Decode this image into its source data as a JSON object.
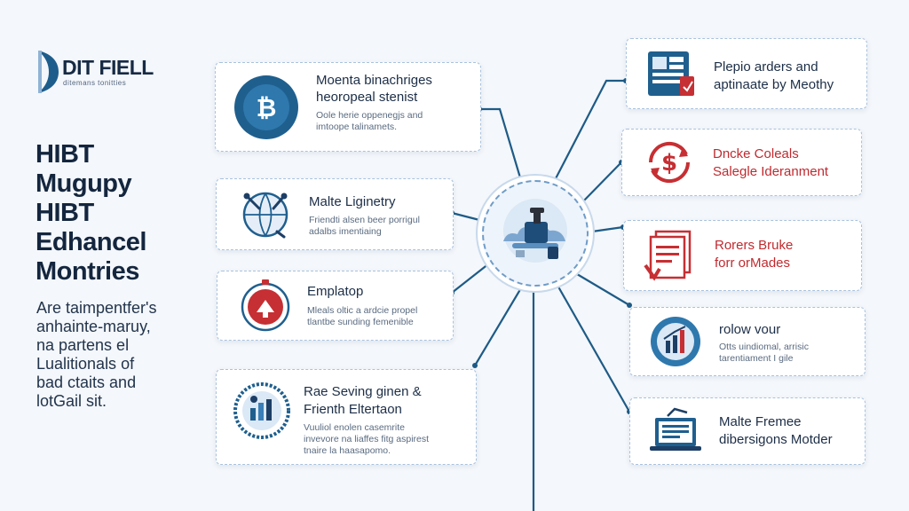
{
  "brand": {
    "title": "DIT FIELL",
    "subtitle": "ditemans tonitties"
  },
  "headline": [
    "HIBT",
    "Mugupy",
    "HIBT",
    "Edhancel",
    "Montries"
  ],
  "blurb": [
    "Are taimpentfer's",
    "anhainte-maruy,",
    "na partens el",
    "Lualitionals of",
    "bad ctaits and",
    "lotGail sit."
  ],
  "left_cards": [
    {
      "title": [
        "Moenta binachriges",
        "heoropeal stenist"
      ],
      "desc": [
        "Oole herie oppenegjs and",
        "imtoope talinamets."
      ],
      "icon": "bitcoin-coin-icon"
    },
    {
      "title": [
        "Malte Liginetry"
      ],
      "desc": [
        "Friendti alsen beer porrigul",
        "adalbs imentiaing"
      ],
      "icon": "global-network-icon"
    },
    {
      "title": [
        "Emplatop"
      ],
      "desc": [
        "Mleals oltic a ardcie propel",
        "tlantbe sunding femenible"
      ],
      "icon": "security-shield-icon"
    },
    {
      "title": [
        "Rae Seving ginen &",
        "Frienth Eltertaon"
      ],
      "desc": [
        "Vuuliol enolen casemrite",
        "invevore na liaffes fitg aspirest",
        "tnaire la haasapomo."
      ],
      "icon": "analytics-badge-icon"
    }
  ],
  "right_cards": [
    {
      "title": [
        "Plepio arders and",
        "aptinaate by Meothy"
      ],
      "desc": [],
      "icon": "document-dashboard-icon",
      "accent": false
    },
    {
      "title": [
        "Dncke Coleals",
        "Salegle Ideranment"
      ],
      "desc": [],
      "icon": "dollar-cycle-icon",
      "accent": true
    },
    {
      "title": [
        "Rorers Bruke",
        "forr orMades"
      ],
      "desc": [],
      "icon": "document-stack-icon",
      "accent": true
    },
    {
      "title": [
        "rolow vour"
      ],
      "desc": [
        "Otts uindiomal, arrisic",
        "tarentiament I gile"
      ],
      "icon": "growth-chart-icon",
      "accent": false
    },
    {
      "title": [
        "Malte Fremee",
        "dibersigons Motder"
      ],
      "desc": [],
      "icon": "laptop-report-icon",
      "accent": false
    }
  ],
  "hub": {
    "icon": "cloud-network-hub-icon"
  },
  "colors": {
    "navy": "#1d5d8c",
    "red": "#c62f33",
    "line": "#1e5b86",
    "card_border": "#a9c2de"
  }
}
